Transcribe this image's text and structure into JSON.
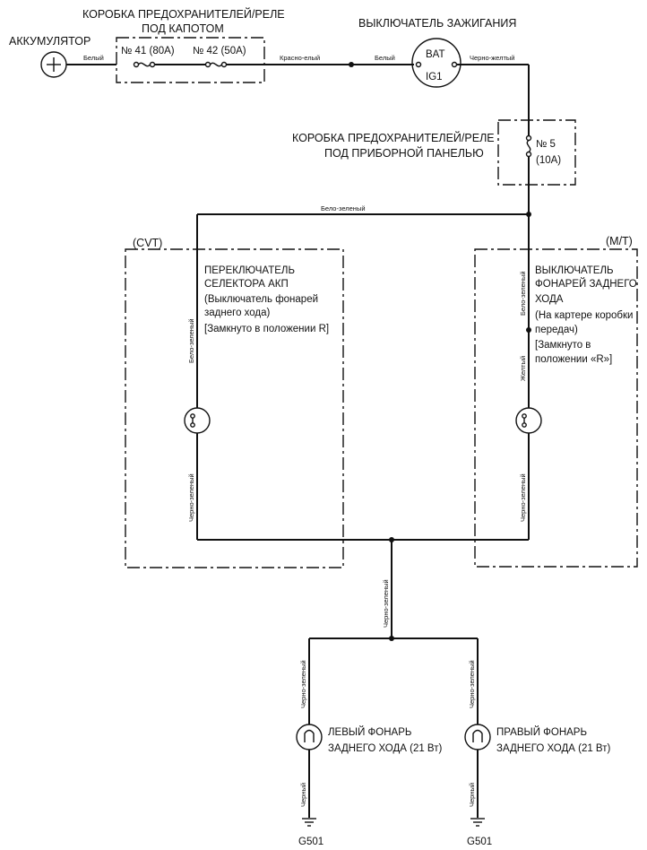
{
  "battery": {
    "label": "АККУМУЛЯТОР"
  },
  "hood_fusebox": {
    "title_1": "КОРОБКА ПРЕДОХРАНИТЕЛЕЙ/РЕЛЕ",
    "title_2": "ПОД КАПОТОМ",
    "fuse_41": "№ 41 (80А)",
    "fuse_42": "№ 42 (50А)"
  },
  "ignition_switch": {
    "title": "ВЫКЛЮЧАТЕЛЬ ЗАЖИГАНИЯ",
    "bat": "BAT",
    "ig1": "IG1"
  },
  "dash_fusebox": {
    "title_1": "КОРОБКА ПРЕДОХРАНИТЕЛЕЙ/РЕЛЕ",
    "title_2": "ПОД ПРИБОРНОЙ ПАНЕЛЬЮ",
    "fuse_num": "№ 5",
    "fuse_amp": "(10А)"
  },
  "wires": {
    "white_1": "Белый",
    "red_white": "Красно-елый",
    "white_2": "Белый",
    "black_yellow": "Черно-желтый",
    "white_green_top": "Бело-зеленый",
    "white_green_cvt": "Бело-зеленый",
    "black_green_cvt": "Черно-зеленый",
    "white_green_mt": "Бело-зеленый",
    "yellow_mt": "Желтый",
    "black_green_mt": "Черно-зеленый",
    "black_green_main": "Черно-зеленый",
    "black_green_left": "Черно-зеленый",
    "black_green_right": "Черно-зеленый",
    "black_left": "Черный",
    "black_right": "Черный"
  },
  "cvt": {
    "tag": "(CVT)",
    "lines": [
      "ПЕРЕКЛЮЧАТЕЛЬ",
      "СЕЛЕКТОРА АКП",
      "(Выключатель фонарей",
      "заднего хода)",
      "[Замкнуто в положении R]"
    ]
  },
  "mt": {
    "tag": "(M/T)",
    "lines": [
      "ВЫКЛЮЧАТЕЛЬ",
      "ФОНАРЕЙ ЗАДНЕГО",
      "ХОДА",
      "(На картере коробки",
      "передач)",
      "[Замкнуто в",
      "положении «R»]"
    ]
  },
  "left_lamp": {
    "line_1": "ЛЕВЫЙ ФОНАРЬ",
    "line_2": "ЗАДНЕГО ХОДА (21 Вт)",
    "ground": "G501"
  },
  "right_lamp": {
    "line_1": "ПРАВЫЙ ФОНАРЬ",
    "line_2": "ЗАДНЕГО ХОДА (21 Вт)",
    "ground": "G501"
  }
}
